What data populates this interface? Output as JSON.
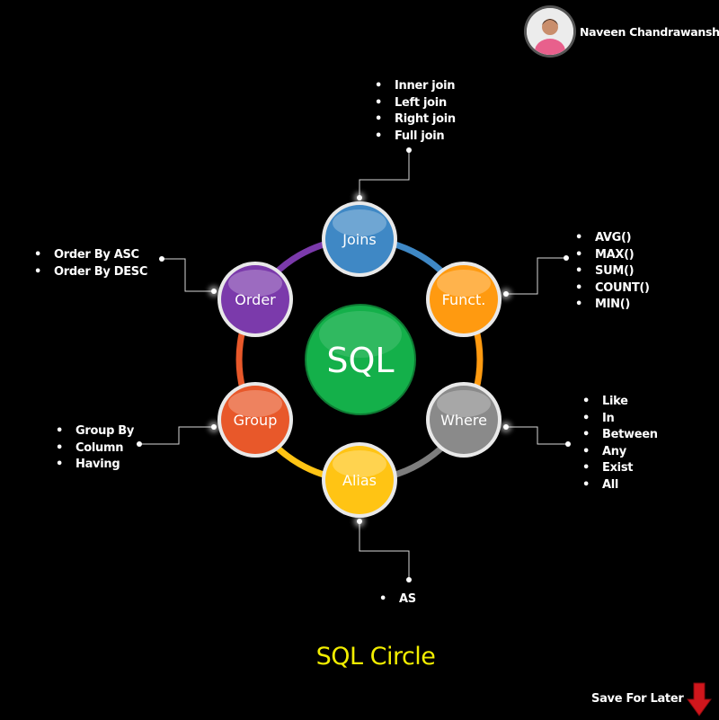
{
  "author": {
    "name": "Naveen Chandrawanshi"
  },
  "diagram": {
    "center": {
      "label": "SQL",
      "color": "#14b04a"
    },
    "nodes": [
      {
        "id": "joins",
        "label": "Joins",
        "color": "#3f88c5",
        "ring_color": "#3f88c5",
        "items": [
          "Inner join",
          "Left join",
          "Right join",
          "Full join"
        ]
      },
      {
        "id": "funct",
        "label": "Funct.",
        "color": "#ff9a10",
        "ring_color": "#ff9a10",
        "items": [
          "AVG()",
          "MAX()",
          "SUM()",
          "COUNT()",
          "MIN()"
        ]
      },
      {
        "id": "where",
        "label": "Where",
        "color": "#8a8a8a",
        "ring_color": "#7d7d7d",
        "items": [
          "Like",
          "In",
          "Between",
          "Any",
          "Exist",
          "All"
        ]
      },
      {
        "id": "alias",
        "label": "Alias",
        "color": "#ffc414",
        "ring_color": "#ffc414",
        "items": [
          "AS"
        ]
      },
      {
        "id": "group",
        "label": "Group",
        "color": "#e8582a",
        "ring_color": "#e8582a",
        "items": [
          "Group By",
          "Column",
          "Having"
        ]
      },
      {
        "id": "order",
        "label": "Order",
        "color": "#7b3aab",
        "ring_color": "#7b3aab",
        "items": [
          "Order By ASC",
          "Order By DESC"
        ]
      }
    ]
  },
  "title": {
    "text": "SQL Circle",
    "color": "#f2ee00"
  },
  "footer": {
    "save_label": "Save For Later",
    "arrow_color": "#d0161c"
  }
}
